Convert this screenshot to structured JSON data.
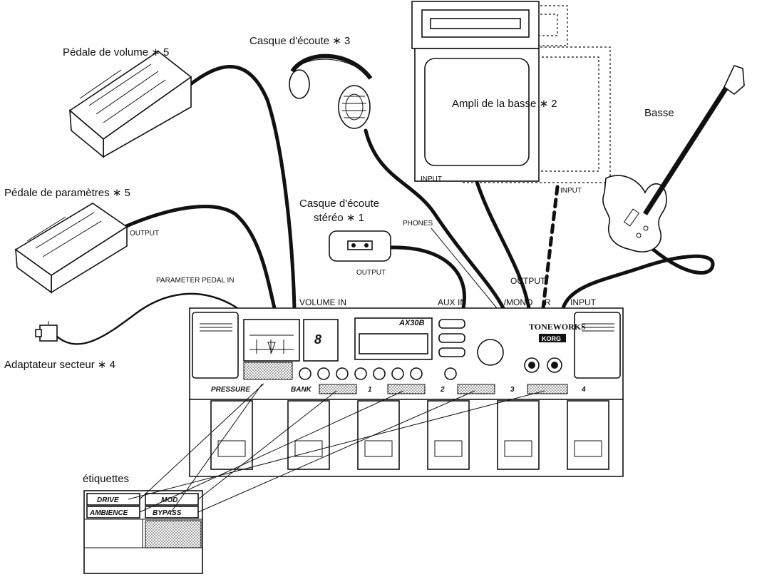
{
  "labels": {
    "volume_pedal": "Pédale de volume ∗ 5",
    "parameter_pedal": "Pédale de paramètres ∗ 5",
    "ac_adapter": "Adaptateur secteur ∗ 4",
    "headphones": "Casque d'écoute ∗ 3",
    "stereo_player_line1": "Casque d'écoute",
    "stereo_player_line2": "stéréo ∗ 1",
    "bass_amp": "Ampli de la basse ∗ 2",
    "bass": "Basse",
    "stickers_title": "étiquettes"
  },
  "jacks": {
    "output_param_pedal": "OUTPUT",
    "output_stereo": "OUTPUT",
    "amp_input": "INPUT",
    "amp_input_2": "INPUT",
    "parameter_pedal_in": "PARAMETER PEDAL IN",
    "volume_in": "VOLUME IN",
    "aux_in": "AUX IN",
    "phones": "PHONES",
    "output": "OUTPUT",
    "l_mono": "L/MONO",
    "r": "R",
    "input": "INPUT"
  },
  "unit": {
    "model": "AX30B",
    "brand_line1": "TONEWORKS",
    "brand_line2": "KORG",
    "display_digit": "8",
    "switch_labels": [
      "PRESSURE",
      "BANK",
      "1",
      "2",
      "3",
      "4"
    ]
  },
  "stickers": [
    "DRIVE",
    "MOD",
    "AMBIENCE",
    "BYPASS"
  ]
}
